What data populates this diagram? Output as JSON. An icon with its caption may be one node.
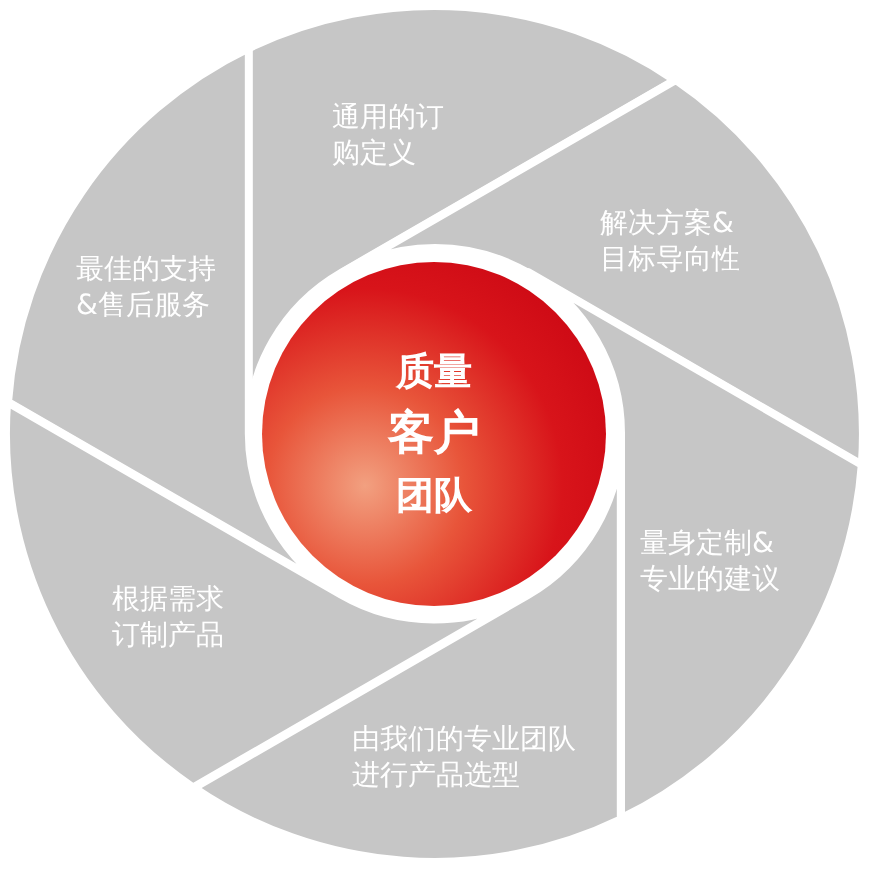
{
  "diagram": {
    "nodes": [
      {
        "text": [
          "质量",
          "客户",
          "团队"
        ]
      },
      {
        "text": [
          "通用的订购定义"
        ]
      },
      {
        "text": [
          "解决方案&目标导向性"
        ]
      },
      {
        "text": [
          "最佳的支持&售后服务"
        ]
      },
      {
        "text": [
          "量身定制&专业的建议"
        ]
      },
      {
        "text": [
          "根据需求订制产品"
        ]
      },
      {
        "text": [
          "由我们的专业团队进行产品选型"
        ]
      }
    ]
  }
}
